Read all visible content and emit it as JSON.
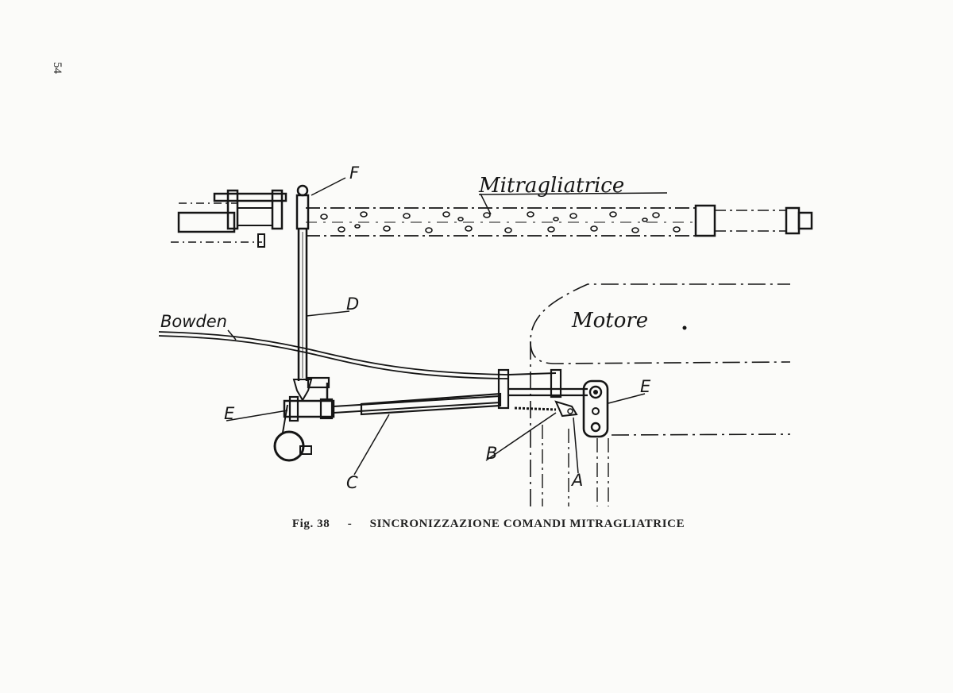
{
  "page": {
    "number": "54"
  },
  "figure": {
    "caption": {
      "fig": "Fig. 38",
      "dash": "-",
      "title": "SINCRONIZZAZIONE COMANDI MITRAGLIATRICE"
    },
    "labels": {
      "machine_gun": "Mitragliatrice",
      "engine": "Motore",
      "bowden": "Bowden",
      "a": "A",
      "b": "B",
      "c": "C",
      "d": "D",
      "e_left": "E",
      "e_right": "E",
      "f": "F"
    }
  }
}
